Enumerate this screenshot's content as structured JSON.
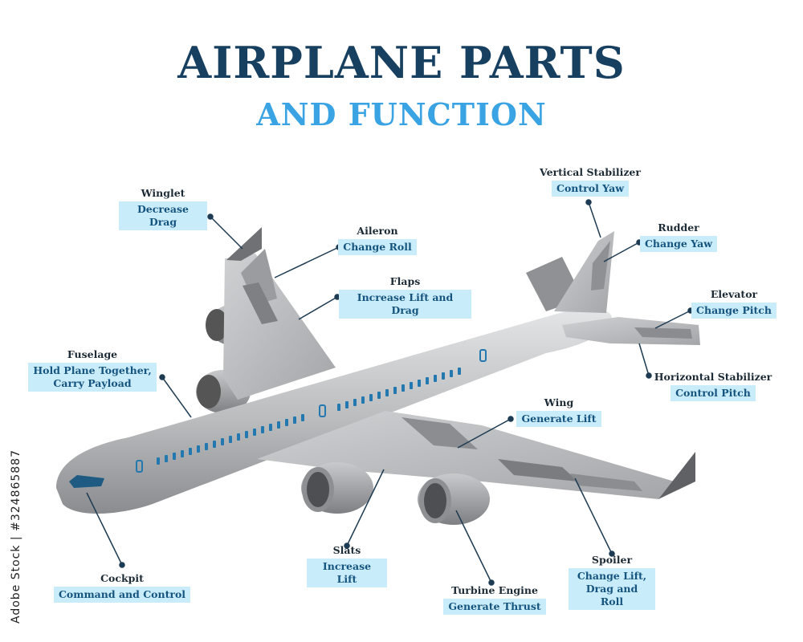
{
  "title": {
    "line1": "AIRPLANE PARTS",
    "line2": "AND FUNCTION"
  },
  "colors": {
    "title_dark": "#173f5f",
    "title_accent": "#3aa3e3",
    "label_bg": "#c9ecfb",
    "label_text": "#15547e",
    "leader": "#1d3b52"
  },
  "labels": {
    "winglet": {
      "name": "Winglet",
      "fn": "Decrease Drag"
    },
    "aileron": {
      "name": "Aileron",
      "fn": "Change Roll"
    },
    "flaps": {
      "name": "Flaps",
      "fn": "Increase Lift and Drag"
    },
    "vertical_stabilizer": {
      "name": "Vertical Stabilizer",
      "fn": "Control Yaw"
    },
    "rudder": {
      "name": "Rudder",
      "fn": "Change Yaw"
    },
    "elevator": {
      "name": "Elevator",
      "fn": "Change Pitch"
    },
    "horizontal_stabilizer": {
      "name": "Horizontal Stabilizer",
      "fn": "Control Pitch"
    },
    "fuselage": {
      "name": "Fuselage",
      "fn": "Hold Plane Together,\nCarry Payload"
    },
    "wing": {
      "name": "Wing",
      "fn": "Generate Lift"
    },
    "cockpit": {
      "name": "Cockpit",
      "fn": "Command and Control"
    },
    "slats": {
      "name": "Slats",
      "fn": "Increase Lift"
    },
    "turbine_engine": {
      "name": "Turbine Engine",
      "fn": "Generate Thrust"
    },
    "spoiler": {
      "name": "Spoiler",
      "fn": "Change Lift,\nDrag and Roll"
    }
  },
  "stock_id": "Adobe Stock | #324865887"
}
